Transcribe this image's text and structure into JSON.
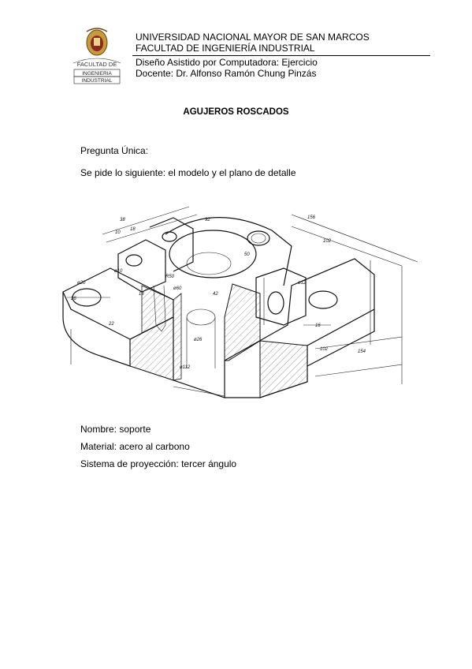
{
  "header": {
    "university": "UNIVERSIDAD NACIONAL MAYOR DE SAN MARCOS",
    "faculty": "FACULTAD DE INGENIERÍA INDUSTRIAL",
    "course": "Diseño Asistido por Computadora: Ejercicio",
    "teacher": "Docente: Dr. Alfonso Ramón Chung Pinzás",
    "logo_text_top": "FACULTAD DE",
    "logo_text_mid": "INGENIERIA",
    "logo_text_bottom": "INDUSTRIAL"
  },
  "document": {
    "title": "AGUJEROS ROSCADOS",
    "question": "Pregunta Única:",
    "instruction": "Se pide lo siguiente: el modelo y el plano de detalle",
    "name": "Nombre:  soporte",
    "material": "Material: acero al carbono",
    "projection": "Sistema de proyección: tercer ángulo"
  },
  "drawing": {
    "dims": {
      "d1": "156",
      "d2": "102",
      "d3": "92",
      "d4": "38",
      "d5": "10",
      "d6": "18",
      "d7": "50",
      "d8": "ø12",
      "d9": "ø20",
      "d10": "26",
      "d11": "ø10",
      "d12": "R50",
      "d13": "ø60",
      "d14": "ø112",
      "d15": "ø26",
      "d16": "102",
      "d17": "154",
      "d18": "16",
      "d19": "22",
      "d20": "18",
      "d21": "42"
    }
  },
  "colors": {
    "text": "#000000",
    "background": "#ffffff"
  }
}
